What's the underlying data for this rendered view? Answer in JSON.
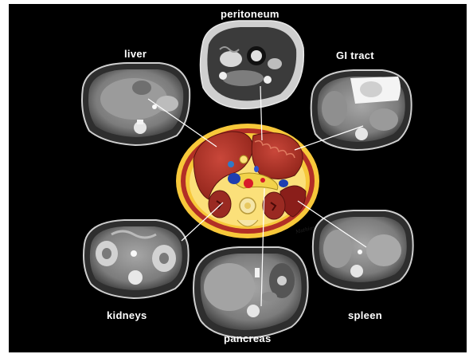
{
  "labels": {
    "peritoneum": "peritoneum",
    "liver": "liver",
    "gi_tract": "GI tract",
    "kidneys": "kidneys",
    "spleen": "spleen",
    "pancreas": "pancreas"
  },
  "colors": {
    "background": "#000000",
    "label_text": "#ffffff",
    "leader_lines": "#ffffff",
    "body_wall_outer": "#f7c83a",
    "fat": "#fbe07a",
    "organ_red": "#b83a2e",
    "organ_dark": "#8a1e1a",
    "artery": "#d81b2a",
    "vein": "#1f3fb0",
    "ct_gray": "#8a8a8a"
  },
  "signature": "Mathias"
}
